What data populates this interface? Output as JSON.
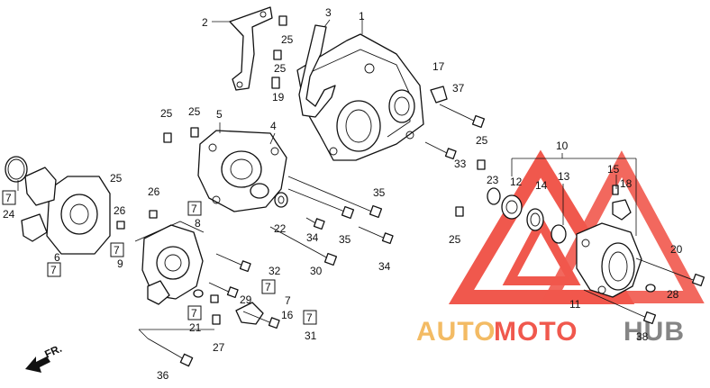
{
  "diagram": {
    "direction_label": "FR.",
    "watermark": {
      "part1": "AUTO",
      "part2": "MOTO",
      "part3": "HUB",
      "color1": "#f2b04a",
      "color2": "#ee3b2e",
      "color3": "#707070"
    },
    "callouts": [
      {
        "text": "1"
      },
      {
        "text": "2"
      },
      {
        "text": "3"
      },
      {
        "text": "4"
      },
      {
        "text": "5"
      },
      {
        "text": "6"
      },
      {
        "text": "7"
      },
      {
        "text": "8"
      },
      {
        "text": "9"
      },
      {
        "text": "10"
      },
      {
        "text": "11"
      },
      {
        "text": "12"
      },
      {
        "text": "13"
      },
      {
        "text": "14"
      },
      {
        "text": "15"
      },
      {
        "text": "16"
      },
      {
        "text": "17"
      },
      {
        "text": "18"
      },
      {
        "text": "19"
      },
      {
        "text": "20"
      },
      {
        "text": "21"
      },
      {
        "text": "22"
      },
      {
        "text": "23"
      },
      {
        "text": "24"
      },
      {
        "text": "25"
      },
      {
        "text": "25"
      },
      {
        "text": "25"
      },
      {
        "text": "25"
      },
      {
        "text": "25"
      },
      {
        "text": "25"
      },
      {
        "text": "25"
      },
      {
        "text": "26"
      },
      {
        "text": "26"
      },
      {
        "text": "27"
      },
      {
        "text": "28"
      },
      {
        "text": "29"
      },
      {
        "text": "30"
      },
      {
        "text": "31"
      },
      {
        "text": "32"
      },
      {
        "text": "33"
      },
      {
        "text": "34"
      },
      {
        "text": "34"
      },
      {
        "text": "35"
      },
      {
        "text": "35"
      },
      {
        "text": "36"
      },
      {
        "text": "37"
      },
      {
        "text": "38"
      }
    ],
    "boxed_callouts": [
      {
        "text": "7"
      },
      {
        "text": "7"
      },
      {
        "text": "7"
      },
      {
        "text": "7"
      },
      {
        "text": "7"
      },
      {
        "text": "7"
      },
      {
        "text": "7"
      }
    ]
  }
}
